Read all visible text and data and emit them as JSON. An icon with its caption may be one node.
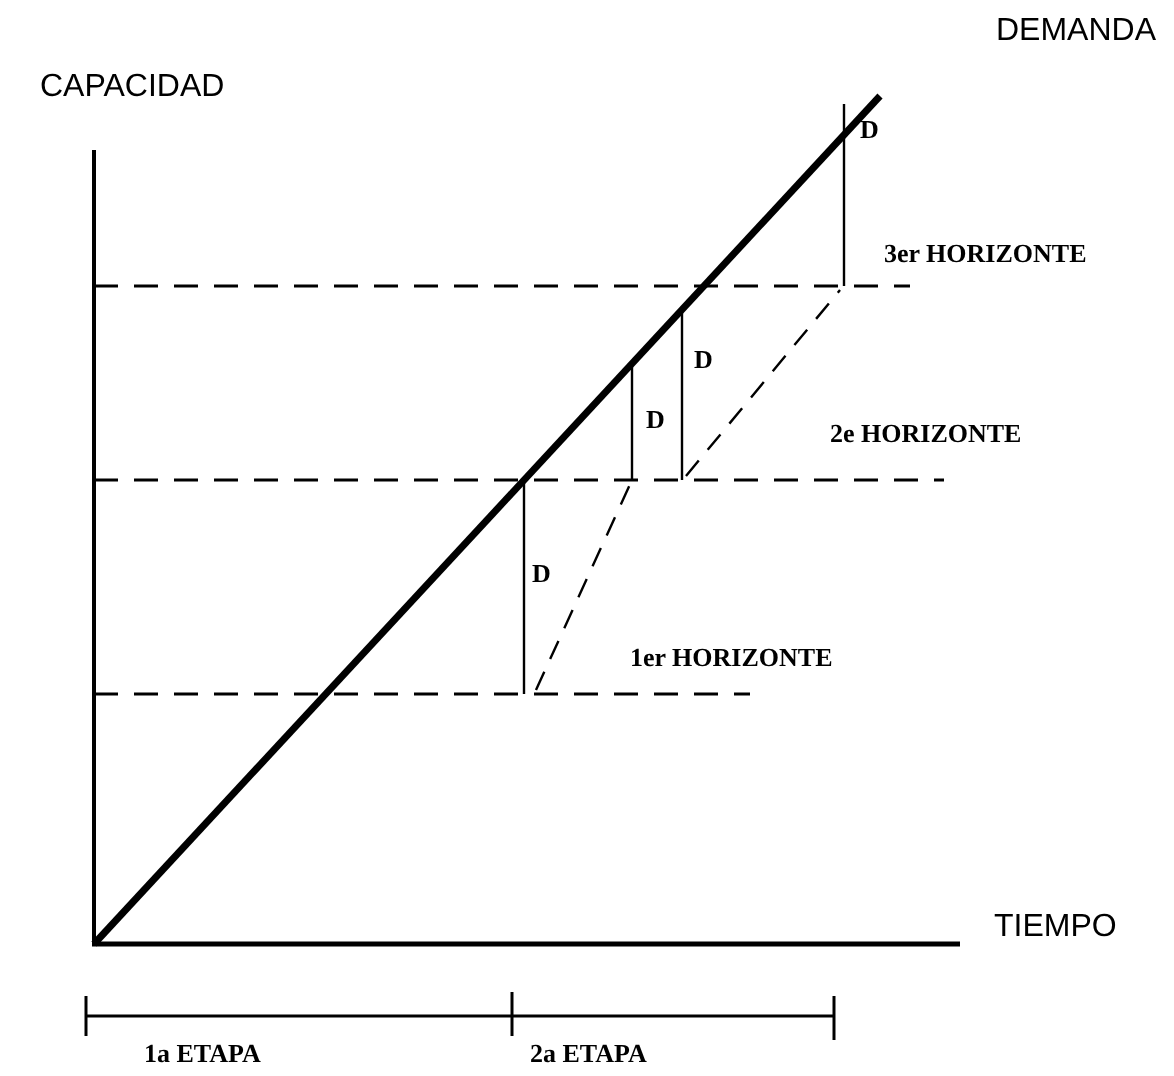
{
  "diagram": {
    "labels": [
      "CAPACIDAD",
      "DEMANDA",
      "D",
      "3er HORIZONTE",
      "D",
      "D",
      "2e HORIZONTE",
      "D",
      "1er HORIZONTE",
      "TIEMPO",
      "1a ETAPA",
      "2a ETAPA"
    ]
  }
}
